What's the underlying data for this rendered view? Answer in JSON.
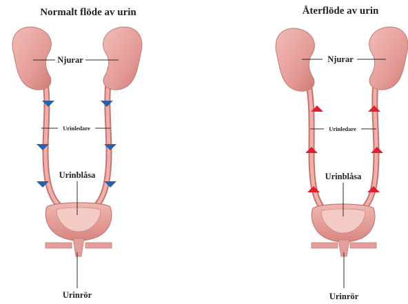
{
  "colors": {
    "tissue_fill": "#e8a4a0",
    "tissue_edge": "#c9726d",
    "tissue_light": "#f3c7c2",
    "normal_arrow": "#2b5fa8",
    "reflux_arrow": "#e0202a"
  },
  "panels": [
    {
      "title": "Normalt flöde av urin",
      "flow": "down",
      "labels": {
        "kidneys": "Njurar",
        "ureters": "Urinledare",
        "bladder": "Urinblåsa",
        "urethra": "Urinrör"
      }
    },
    {
      "title": "Återflöde av urin",
      "flow": "up",
      "labels": {
        "kidneys": "Njurar",
        "ureters": "Urinledare",
        "bladder": "Urinblåsa",
        "urethra": "Urinrör"
      }
    }
  ]
}
